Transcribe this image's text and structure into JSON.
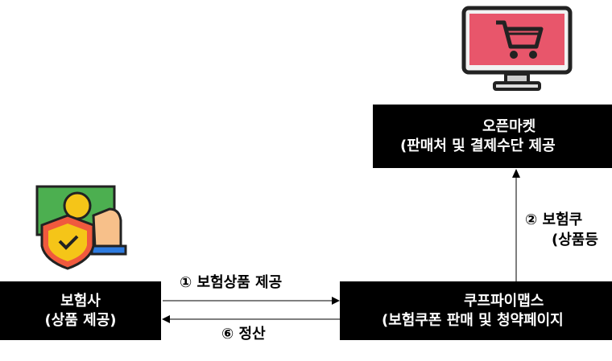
{
  "insurer": {
    "title": "보험사",
    "subtitle": "(상품 제공)"
  },
  "coupify": {
    "title": "쿠프파이맵스",
    "subtitle": "(보험쿠폰 판매 및 청약페이지"
  },
  "openmarket": {
    "title": "오픈마켓",
    "subtitle": "(판매처 및 결제수단 제공"
  },
  "arrows": {
    "step1": "① 보험상품 제공",
    "step6": "⑥ 정산",
    "step2_line1": "② 보험쿠",
    "step2_line2": "(상품등"
  },
  "icons": {
    "monitor": "shopping-cart-monitor-icon",
    "insurance": "insurance-shield-money-icon"
  },
  "colors": {
    "box": "#000000",
    "screen": "#e8566b",
    "money": "#4caf50",
    "shield": "#f0593e",
    "coin": "#f5c518"
  }
}
